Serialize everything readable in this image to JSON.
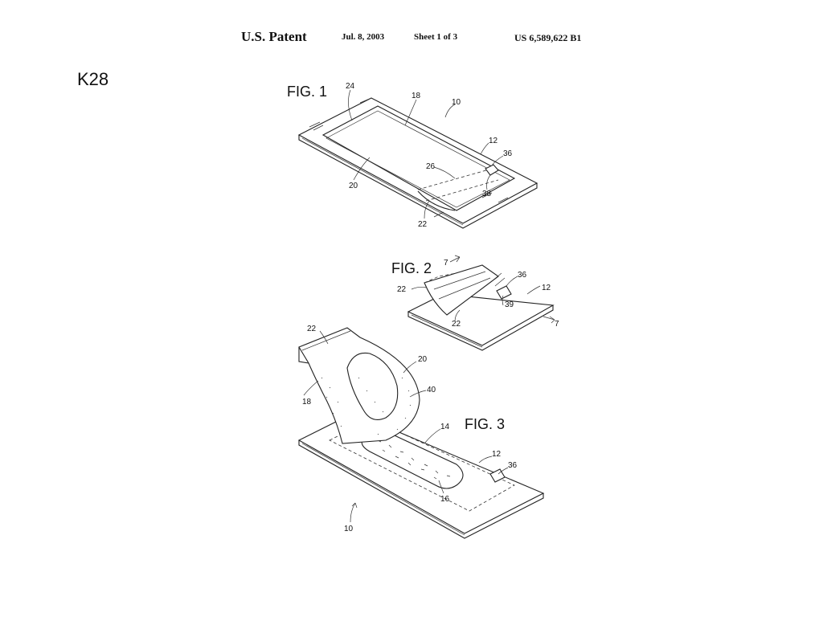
{
  "header": {
    "left": "U.S. Patent",
    "date": "Jul. 8, 2003",
    "sheet": "Sheet 1 of 3",
    "number": "US 6,589,622 B1"
  },
  "side_label": "K28",
  "figures": {
    "fig1": {
      "title": "FIG. 1",
      "refs": [
        "24",
        "18",
        "10",
        "12",
        "36",
        "26",
        "20",
        "38",
        "22"
      ]
    },
    "fig2": {
      "title": "FIG. 2",
      "refs": [
        "7",
        "22",
        "36",
        "12",
        "39",
        "22",
        "7"
      ]
    },
    "fig3": {
      "title": "FIG. 3",
      "refs": [
        "22",
        "20",
        "18",
        "40",
        "14",
        "12",
        "36",
        "16",
        "10"
      ]
    }
  }
}
